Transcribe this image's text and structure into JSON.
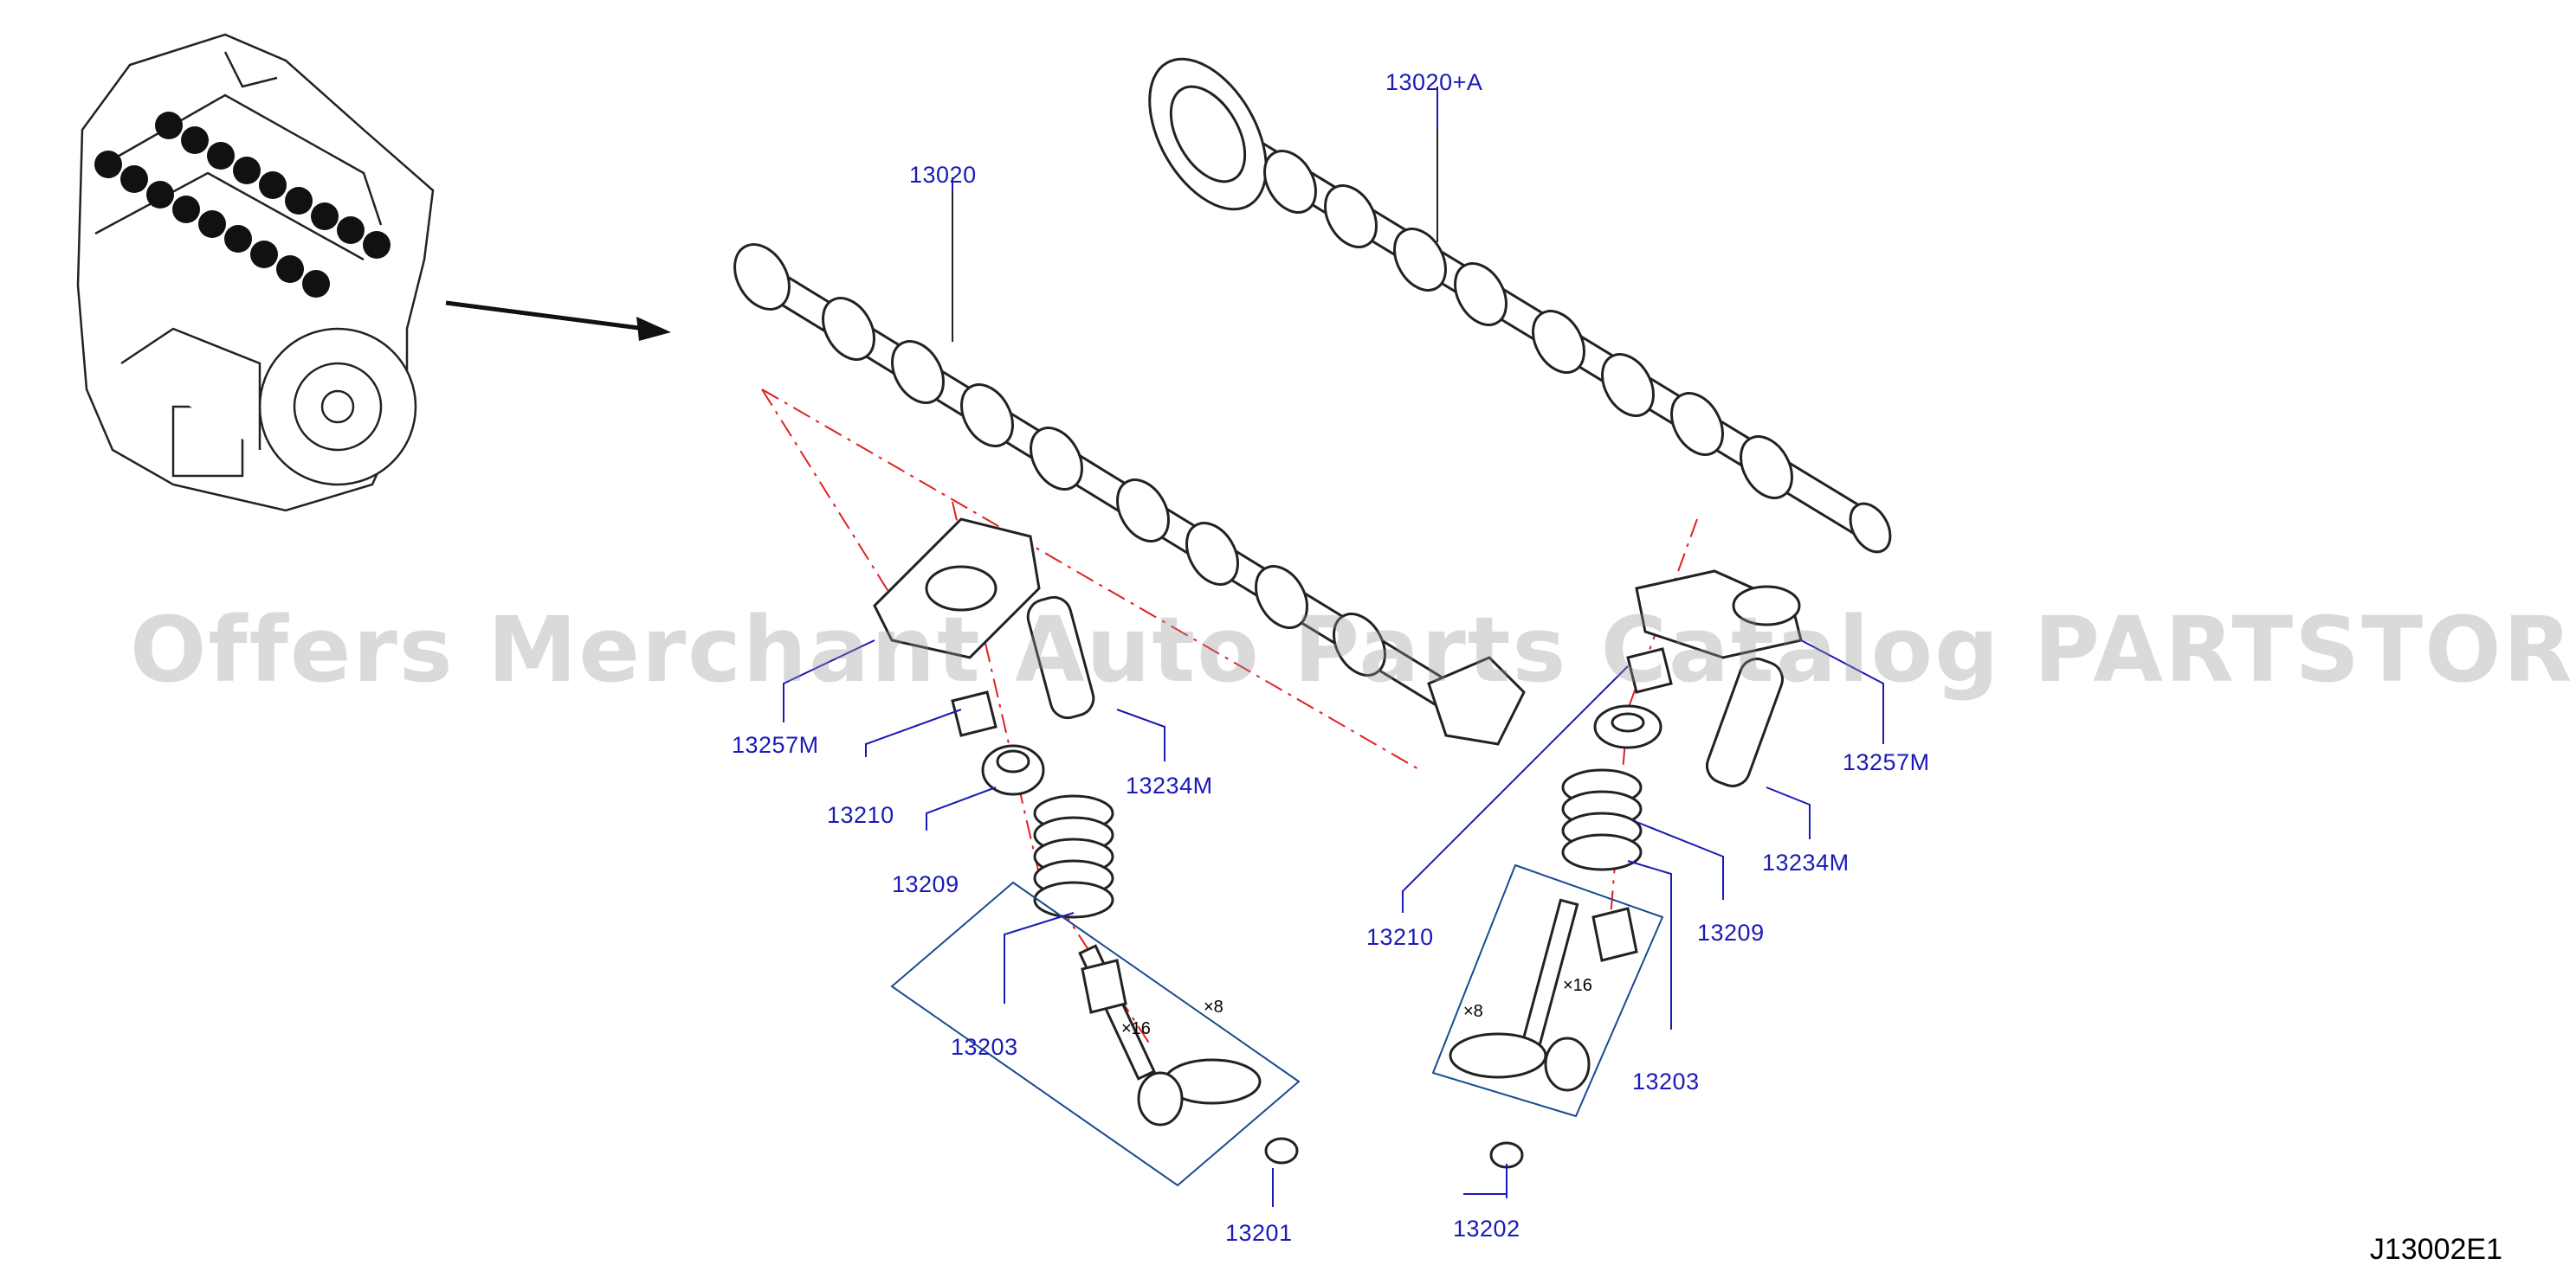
{
  "watermark": "Offers Merchant Auto Parts Catalog PARTSTORE.SA",
  "diagram_code": "J13002E1",
  "colors": {
    "label": "#1a1ab8",
    "line": "#222222",
    "centerline": "#e02020"
  },
  "part_labels": {
    "camshaft_a": "13020+A",
    "camshaft": "13020",
    "rocker_left": "13257M",
    "rocker_right": "13257M",
    "lash_adjuster_left": "13234M",
    "lash_adjuster_right": "13234M",
    "retainer_left": "13210",
    "retainer_right": "13210",
    "spring_seat_left": "13209",
    "spring_seat_right": "13209",
    "spring_left": "13203",
    "spring_right": "13203",
    "valve_intake": "13201",
    "valve_exhaust": "13202"
  },
  "quantities": {
    "collet_left": "×16",
    "valve_left": "×8",
    "collet_right": "×16",
    "valve_right": "×8"
  }
}
